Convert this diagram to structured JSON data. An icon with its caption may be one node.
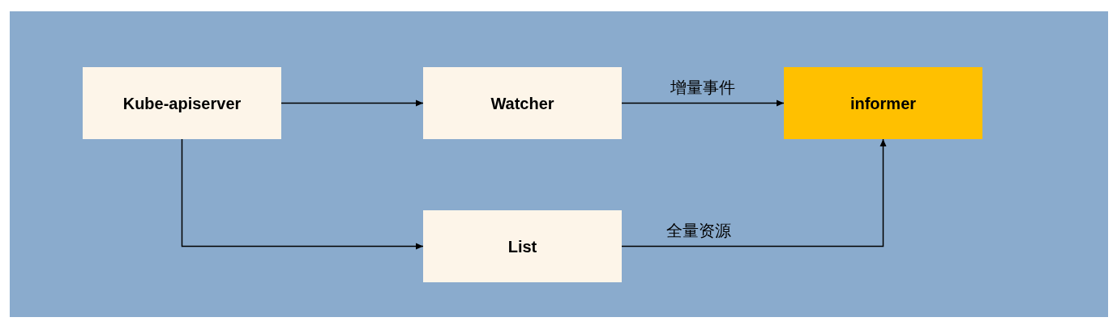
{
  "diagram": {
    "nodes": [
      {
        "text": [
          "Kube-apiserver"
        ]
      },
      {
        "text": [
          "Watcher"
        ]
      },
      {
        "text": [
          "informer"
        ]
      },
      {
        "text": [
          "List"
        ]
      }
    ],
    "edges": [
      {
        "from": 0,
        "to": 1,
        "arrow": "to"
      },
      {
        "from": 1,
        "to": 2,
        "arrow": "to",
        "label": "增量事件"
      },
      {
        "from": 0,
        "to": 3,
        "arrow": "to"
      },
      {
        "from": 3,
        "to": 2,
        "arrow": "to",
        "label": "全量资源"
      }
    ]
  }
}
